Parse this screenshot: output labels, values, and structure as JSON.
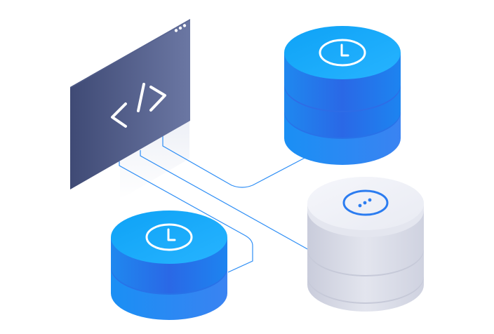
{
  "illustration": {
    "code_window": {
      "menu_icon": "three-dots-icon",
      "code_icon": "code-brackets-icon"
    },
    "databases": [
      {
        "name": "database-top-blue",
        "color": "blue",
        "icon": "clock-icon"
      },
      {
        "name": "database-bottom-left-blue",
        "color": "blue",
        "icon": "clock-icon"
      },
      {
        "name": "database-bottom-right-gray",
        "color": "gray",
        "icon": "ellipsis-icon"
      }
    ],
    "colors": {
      "window_dark": "#3f4a75",
      "window_light": "#6b77a3",
      "db_blue_top": "#1aa6ff",
      "db_blue_body": "#1d7fef",
      "db_gray_top": "#f2f4f9",
      "db_gray_body": "#d7dae6",
      "connector": "#2e8ef5"
    }
  }
}
